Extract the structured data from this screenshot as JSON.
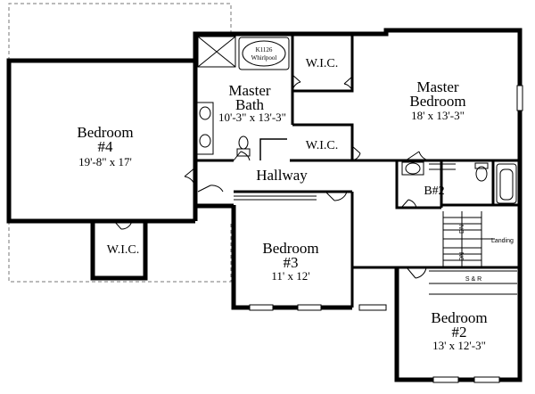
{
  "rooms": {
    "bedroom4": {
      "name": "Bedroom",
      "number": "#4",
      "dims": "19'-8\" x 17'"
    },
    "master_bath": {
      "name": "Master",
      "name2": "Bath",
      "dims": "10'-3\" x 13'-3\""
    },
    "master_bedroom": {
      "name": "Master",
      "name2": "Bedroom",
      "dims": "18' x 13'-3\""
    },
    "hallway": {
      "name": "Hallway"
    },
    "bath2": {
      "name": "B#2"
    },
    "bedroom3": {
      "name": "Bedroom",
      "number": "#3",
      "dims": "11' x 12'"
    },
    "bedroom2": {
      "name": "Bedroom",
      "number": "#2",
      "dims": "13' x 12'-3\""
    }
  },
  "closets": {
    "wic_master_top": "W.I.C.",
    "wic_master_mid": "W.I.C.",
    "wic_bedroom4": "W.I.C."
  },
  "fixtures": {
    "whirlpool_model": "K1126",
    "whirlpool_label": "Whirlpool"
  },
  "stairs": {
    "dn_upper": "DN",
    "dn_lower": "DN",
    "landing": "Landing",
    "shelf_label": "S & R"
  }
}
